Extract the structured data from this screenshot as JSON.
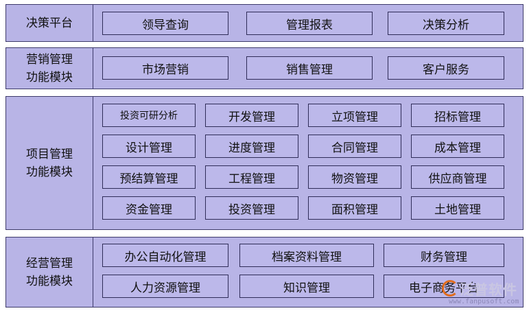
{
  "bands": [
    {
      "label_lines": [
        "决策平台"
      ],
      "items": [
        "领导查询",
        "管理报表",
        "决策分析"
      ]
    },
    {
      "label_lines": [
        "营销管理",
        "功能模块"
      ],
      "items": [
        "市场营销",
        "销售管理",
        "客户服务"
      ]
    },
    {
      "label_lines": [
        "项目管理",
        "功能模块"
      ],
      "items": [
        "投资可研分析",
        "开发管理",
        "立项管理",
        "招标管理",
        "设计管理",
        "进度管理",
        "合同管理",
        "成本管理",
        "预结算管理",
        "工程管理",
        "物资管理",
        "供应商管理",
        "资金管理",
        "投资管理",
        "面积管理",
        "土地管理"
      ]
    },
    {
      "label_lines": [
        "经营管理",
        "功能模块"
      ],
      "items": [
        "办公自动化管理",
        "档案资料管理",
        "财务管理",
        "人力资源管理",
        "知识管理",
        "电子商务平台"
      ]
    }
  ],
  "watermark": {
    "name": "泛普软件",
    "url": "www.fanpusoft.com"
  },
  "colors": {
    "band": "#b8b4e6",
    "box": "#bcb8ea",
    "border": "#2f2c58",
    "watermark_logo": "#e06c1c"
  }
}
